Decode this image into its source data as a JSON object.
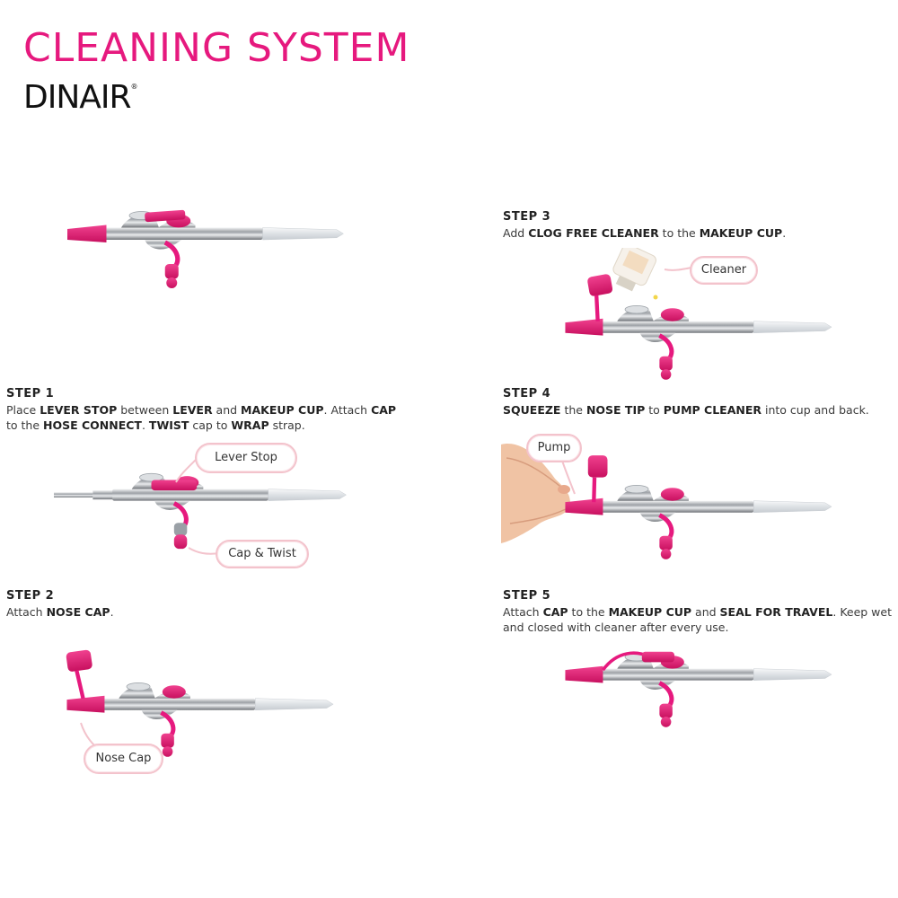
{
  "header": {
    "title": "CLEANING SYSTEM",
    "brand": "DINAIR",
    "brand_mark": "®"
  },
  "steps": {
    "s1": {
      "label": "STEP 1",
      "segments": [
        {
          "t": "Place ",
          "b": false
        },
        {
          "t": "LEVER STOP",
          "b": true
        },
        {
          "t": " between ",
          "b": false
        },
        {
          "t": "LEVER",
          "b": true
        },
        {
          "t": " and ",
          "b": false
        },
        {
          "t": "MAKEUP CUP",
          "b": true
        },
        {
          "t": ". Attach ",
          "b": false
        },
        {
          "t": "CAP",
          "b": true
        },
        {
          "t": " to the ",
          "b": false
        },
        {
          "t": "HOSE CONNECT",
          "b": true
        },
        {
          "t": ". ",
          "b": false
        },
        {
          "t": "TWIST",
          "b": true
        },
        {
          "t": " cap to ",
          "b": false
        },
        {
          "t": "WRAP",
          "b": true
        },
        {
          "t": " strap.",
          "b": false
        }
      ]
    },
    "s2": {
      "label": "STEP 2",
      "segments": [
        {
          "t": "Attach ",
          "b": false
        },
        {
          "t": "NOSE CAP",
          "b": true
        },
        {
          "t": ".",
          "b": false
        }
      ]
    },
    "s3": {
      "label": "STEP 3",
      "segments": [
        {
          "t": "Add ",
          "b": false
        },
        {
          "t": "CLOG FREE CLEANER",
          "b": true
        },
        {
          "t": " to the ",
          "b": false
        },
        {
          "t": "MAKEUP CUP",
          "b": true
        },
        {
          "t": ".",
          "b": false
        }
      ]
    },
    "s4": {
      "label": "STEP 4",
      "segments": [
        {
          "t": "SQUEEZE",
          "b": true
        },
        {
          "t": " the ",
          "b": false
        },
        {
          "t": "NOSE TIP",
          "b": true
        },
        {
          "t": " to ",
          "b": false
        },
        {
          "t": "PUMP CLEANER",
          "b": true
        },
        {
          "t": " into cup and back.",
          "b": false
        }
      ]
    },
    "s5": {
      "label": "STEP 5",
      "segments": [
        {
          "t": "Attach ",
          "b": false
        },
        {
          "t": "CAP",
          "b": true
        },
        {
          "t": " to the ",
          "b": false
        },
        {
          "t": "MAKEUP CUP",
          "b": true
        },
        {
          "t": " and ",
          "b": false
        },
        {
          "t": "SEAL FOR TRAVEL",
          "b": true
        },
        {
          "t": ". Keep wet and closed with cleaner after every use.",
          "b": false
        }
      ]
    }
  },
  "callouts": {
    "lever_stop": "Lever Stop",
    "cap_twist": "Cap & Twist",
    "nose_cap": "Nose Cap",
    "cleaner": "Cleaner",
    "pump": "Pump"
  },
  "colors": {
    "accent": "#e6197e",
    "callout_border": "#f3c3cc",
    "chrome": "#b9bcc0",
    "handle": "#e8ebee"
  }
}
